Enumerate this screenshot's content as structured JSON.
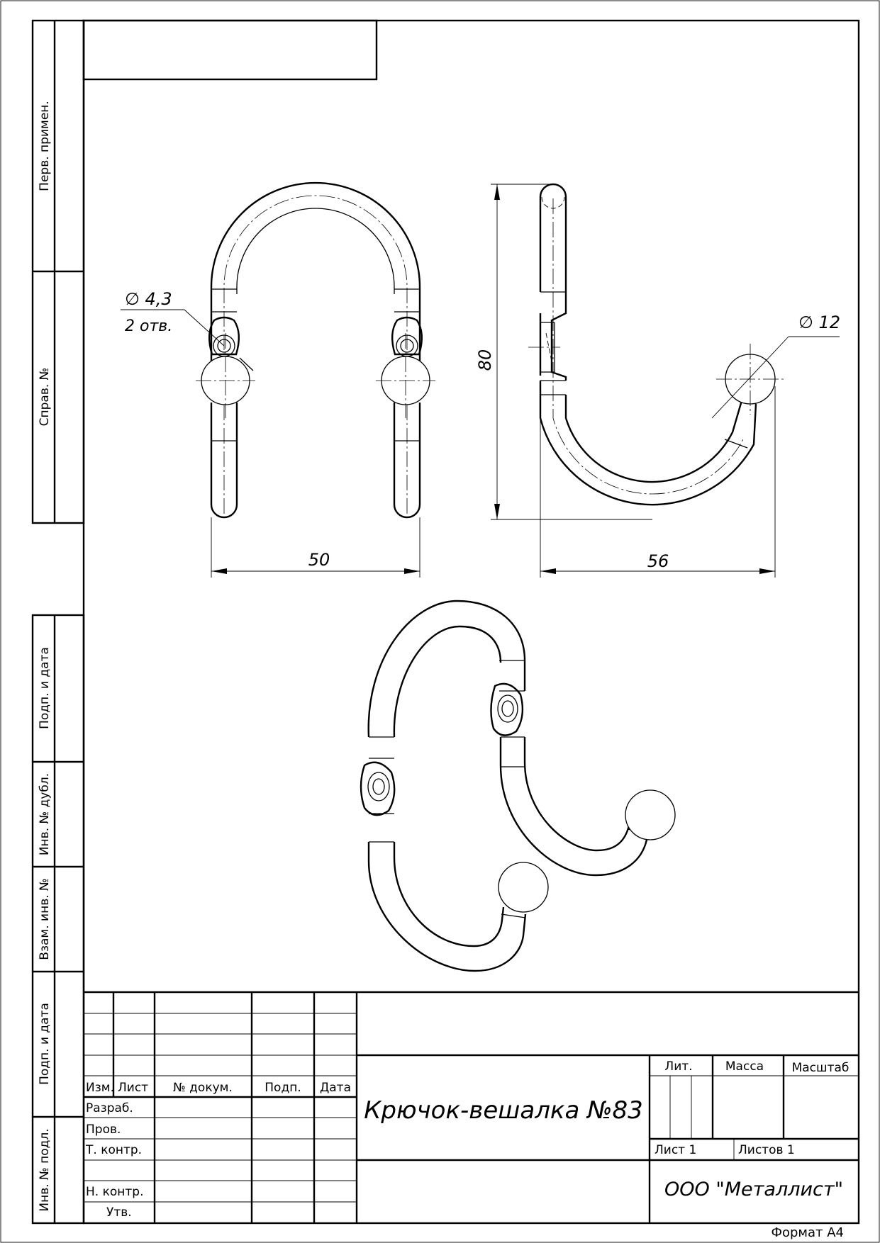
{
  "sidebar": {
    "perv_primen": "Перв. примен.",
    "sprav_no": "Справ. №",
    "podp_data_top": "Подп. и дата",
    "inv_dubl": "Инв. № дубл.",
    "vzam_inv": "Взам. инв. №",
    "podp_data_bottom": "Подп. и дата",
    "inv_podl": "Инв. № подл."
  },
  "dimensions": {
    "hole_diameter": "∅ 4,3",
    "hole_count": "2 отв.",
    "width_front": "50",
    "height_side": "80",
    "depth_side": "56",
    "ball_diameter": "∅ 12"
  },
  "title_block": {
    "headers": {
      "izm": "Изм.",
      "list": "Лист",
      "no_dokum": "№ докум.",
      "podp": "Подп.",
      "data": "Дата"
    },
    "roles": {
      "razrab": "Разраб.",
      "prov": "Пров.",
      "t_kontr": "Т. контр.",
      "n_kontr": "Н. контр.",
      "utv": "Утв."
    },
    "title": "Крючок-вешалка №83",
    "lit": "Лит.",
    "massa": "Масса",
    "masshtab": "Масштаб",
    "sheet": "Лист 1",
    "sheets": "Листов 1",
    "organization": "ООО \"Металлист\""
  },
  "format": "Формат А4"
}
